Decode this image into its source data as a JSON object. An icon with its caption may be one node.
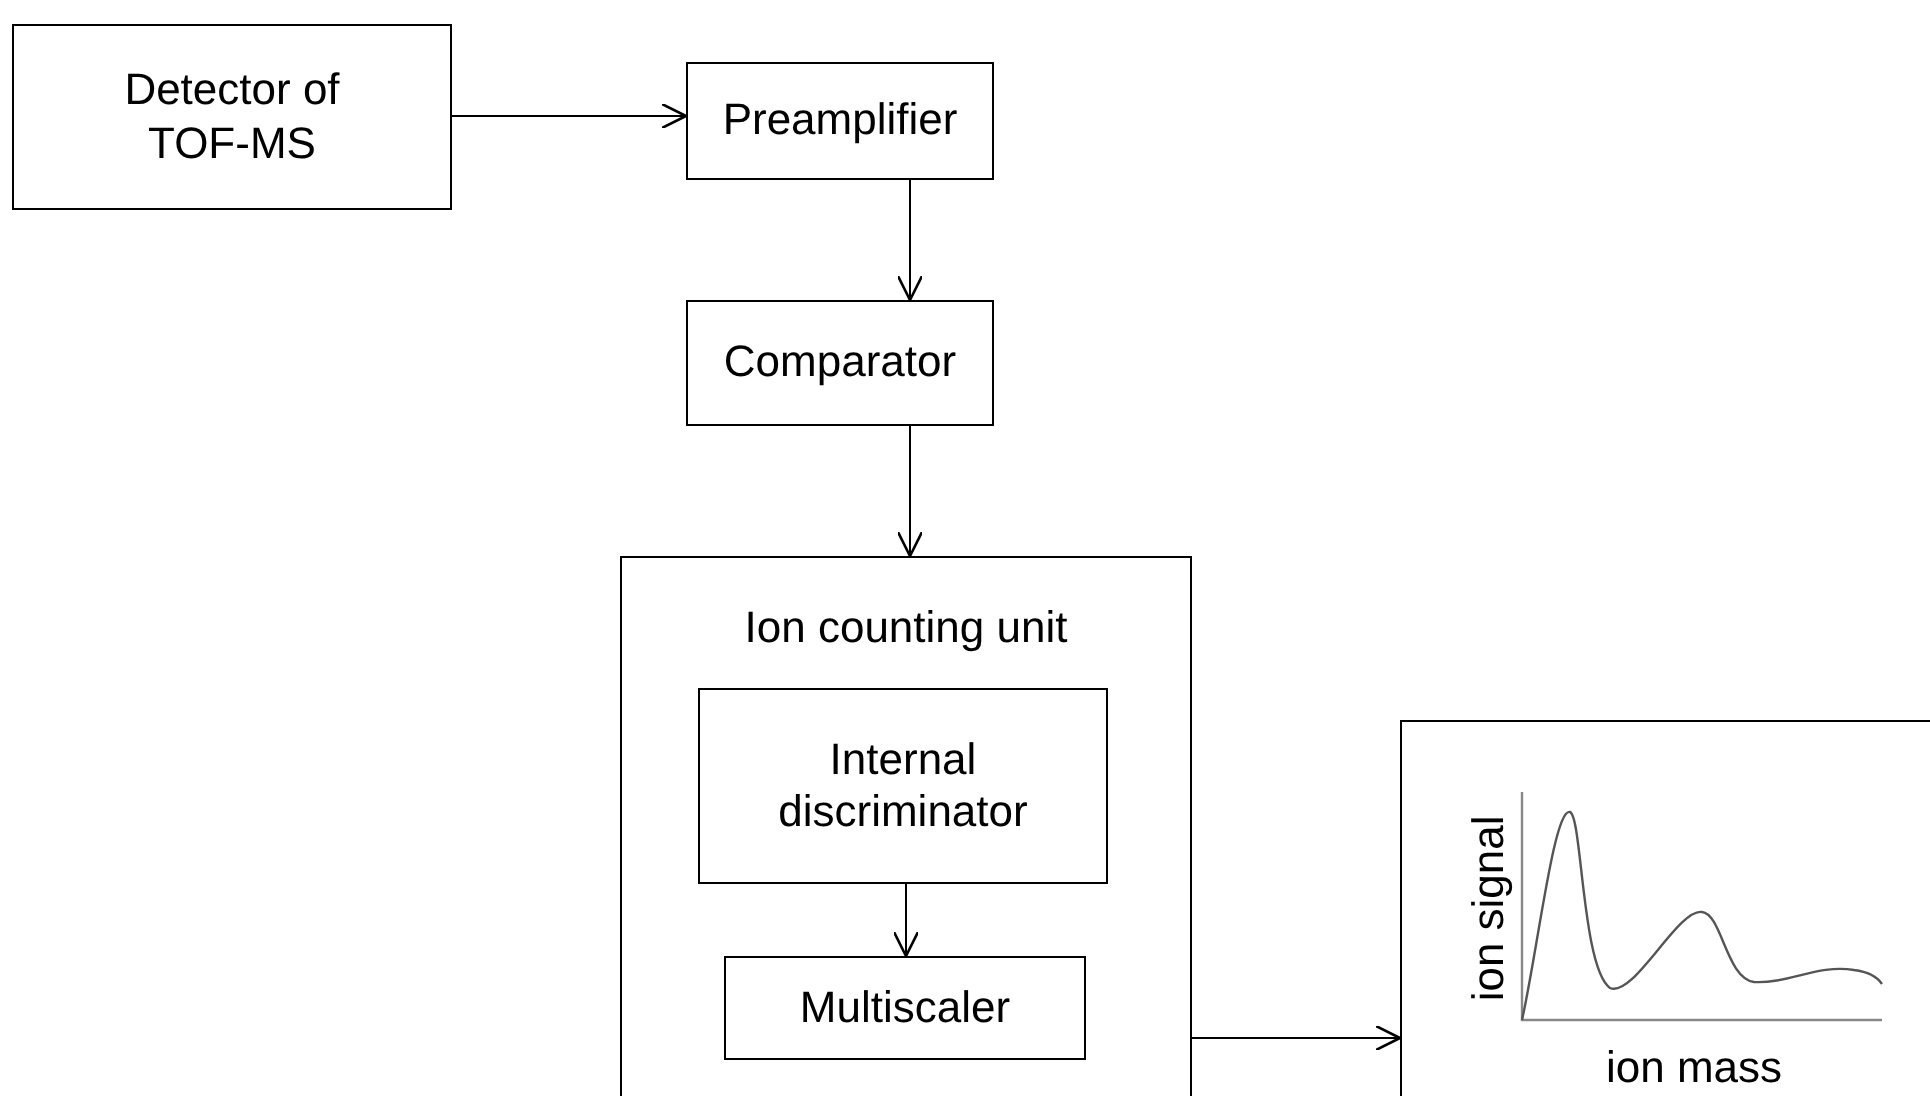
{
  "diagram": {
    "nodes": [
      {
        "text": [
          "Detector of TOF-MS"
        ]
      },
      {
        "text": [
          "Preamplifier"
        ]
      },
      {
        "text": [
          "Comparator"
        ]
      },
      {
        "text": [
          "Ion counting unit"
        ]
      },
      {
        "text": [
          "Internal discriminator"
        ],
        "in": 3
      },
      {
        "text": [
          "Multiscaler"
        ],
        "in": 3
      },
      {
        "text": [
          "ion signal",
          "ion mass"
        ]
      }
    ],
    "edges": [
      {
        "from": 0,
        "to": 1,
        "arrow": "to"
      },
      {
        "from": 1,
        "to": 2,
        "arrow": "to"
      },
      {
        "from": 2,
        "to": 3,
        "arrow": "to"
      },
      {
        "from": 4,
        "to": 5,
        "arrow": "to"
      },
      {
        "from": 3,
        "to": 6,
        "arrow": "to"
      }
    ]
  }
}
